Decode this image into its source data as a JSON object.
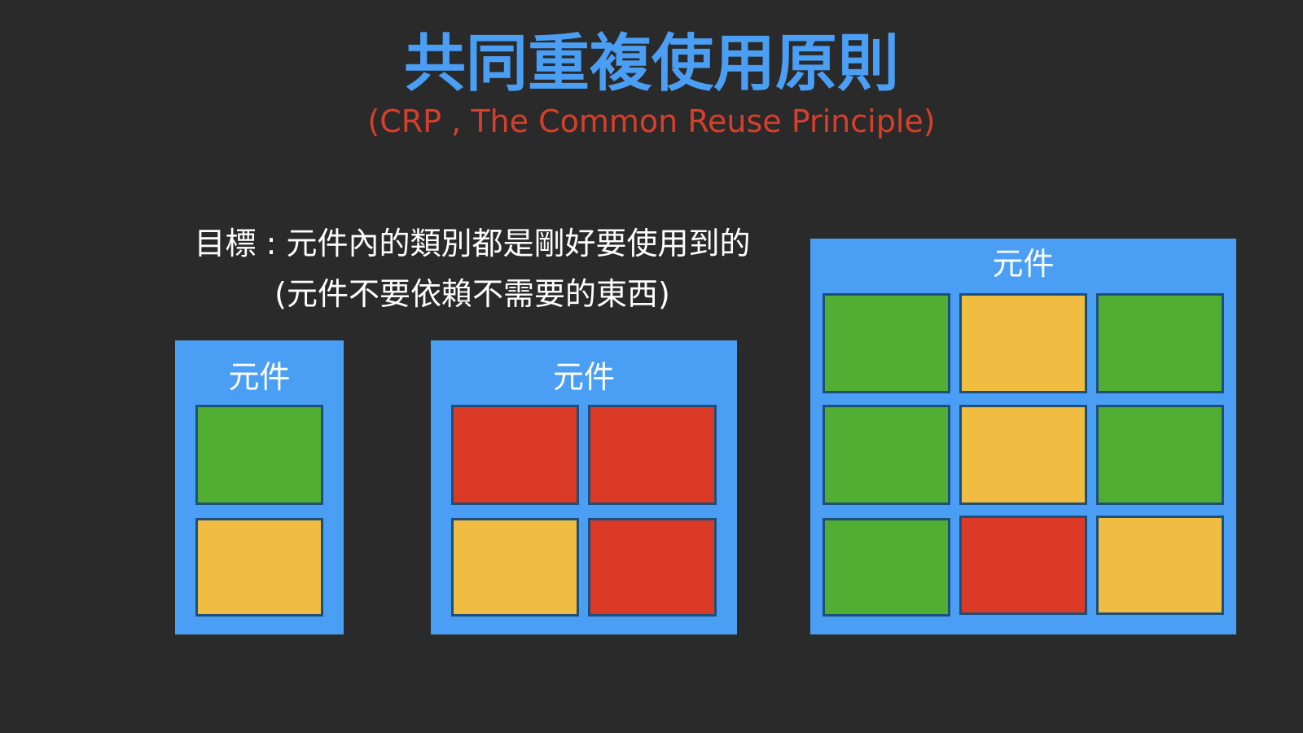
{
  "slide": {
    "title": "共同重複使用原則",
    "subtitle": "(CRP , The Common Reuse Principle)",
    "goal_line1": "目標 : 元件內的類別都是剛好要使用到的",
    "goal_line2": "(元件不要依賴不需要的東西)"
  },
  "colors": {
    "background": "#2a2a2a",
    "component": "#4a9ff5",
    "title": "#4a9ff5",
    "subtitle": "#d63f2b",
    "green": "#52ad33",
    "yellow": "#f0bc41",
    "red": "#db3b26",
    "class_border": "#1d4f7a"
  },
  "components": [
    {
      "label": "元件",
      "classes": [
        "green",
        "yellow"
      ]
    },
    {
      "label": "元件",
      "classes": [
        "red",
        "red",
        "yellow",
        "red"
      ]
    },
    {
      "label": "元件",
      "classes": [
        "green",
        "yellow",
        "green",
        "green",
        "yellow",
        "green",
        "green",
        "red",
        "yellow"
      ]
    }
  ]
}
